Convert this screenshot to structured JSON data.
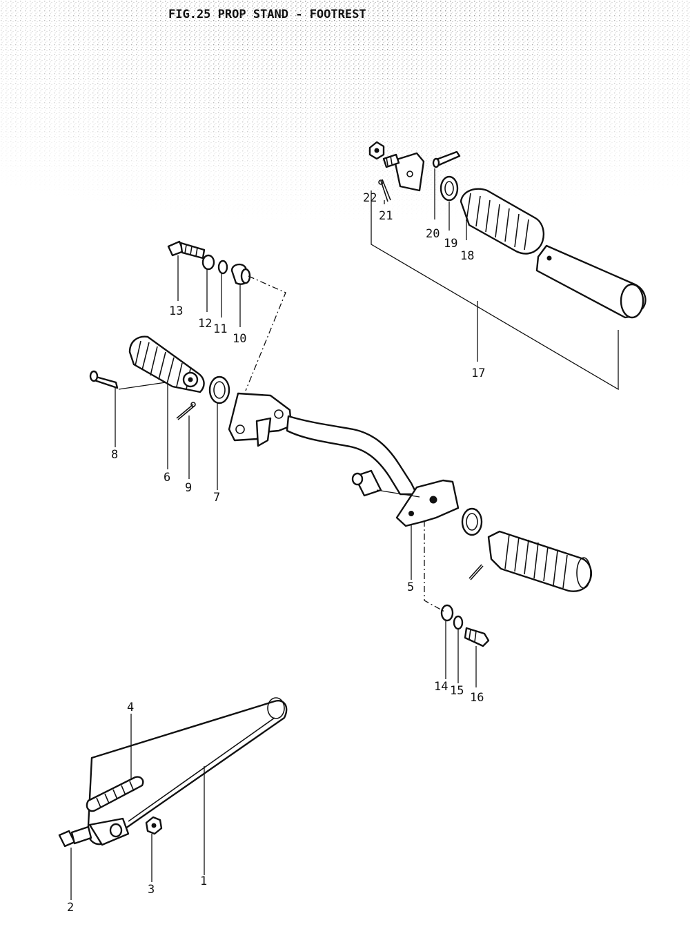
{
  "figure": {
    "title": "FIG.25  PROP STAND - FOOTREST"
  },
  "callouts": [
    {
      "id": "1",
      "label": "1"
    },
    {
      "id": "2",
      "label": "2"
    },
    {
      "id": "3",
      "label": "3"
    },
    {
      "id": "4",
      "label": "4"
    },
    {
      "id": "5",
      "label": "5"
    },
    {
      "id": "6",
      "label": "6"
    },
    {
      "id": "7",
      "label": "7"
    },
    {
      "id": "8",
      "label": "8"
    },
    {
      "id": "9",
      "label": "9"
    },
    {
      "id": "10",
      "label": "10"
    },
    {
      "id": "11",
      "label": "11"
    },
    {
      "id": "12",
      "label": "12"
    },
    {
      "id": "13",
      "label": "13"
    },
    {
      "id": "14",
      "label": "14"
    },
    {
      "id": "15",
      "label": "15"
    },
    {
      "id": "16",
      "label": "16"
    },
    {
      "id": "17",
      "label": "17"
    },
    {
      "id": "18",
      "label": "18"
    },
    {
      "id": "19",
      "label": "19"
    },
    {
      "id": "20",
      "label": "20"
    },
    {
      "id": "21",
      "label": "21"
    },
    {
      "id": "22",
      "label": "22"
    }
  ]
}
